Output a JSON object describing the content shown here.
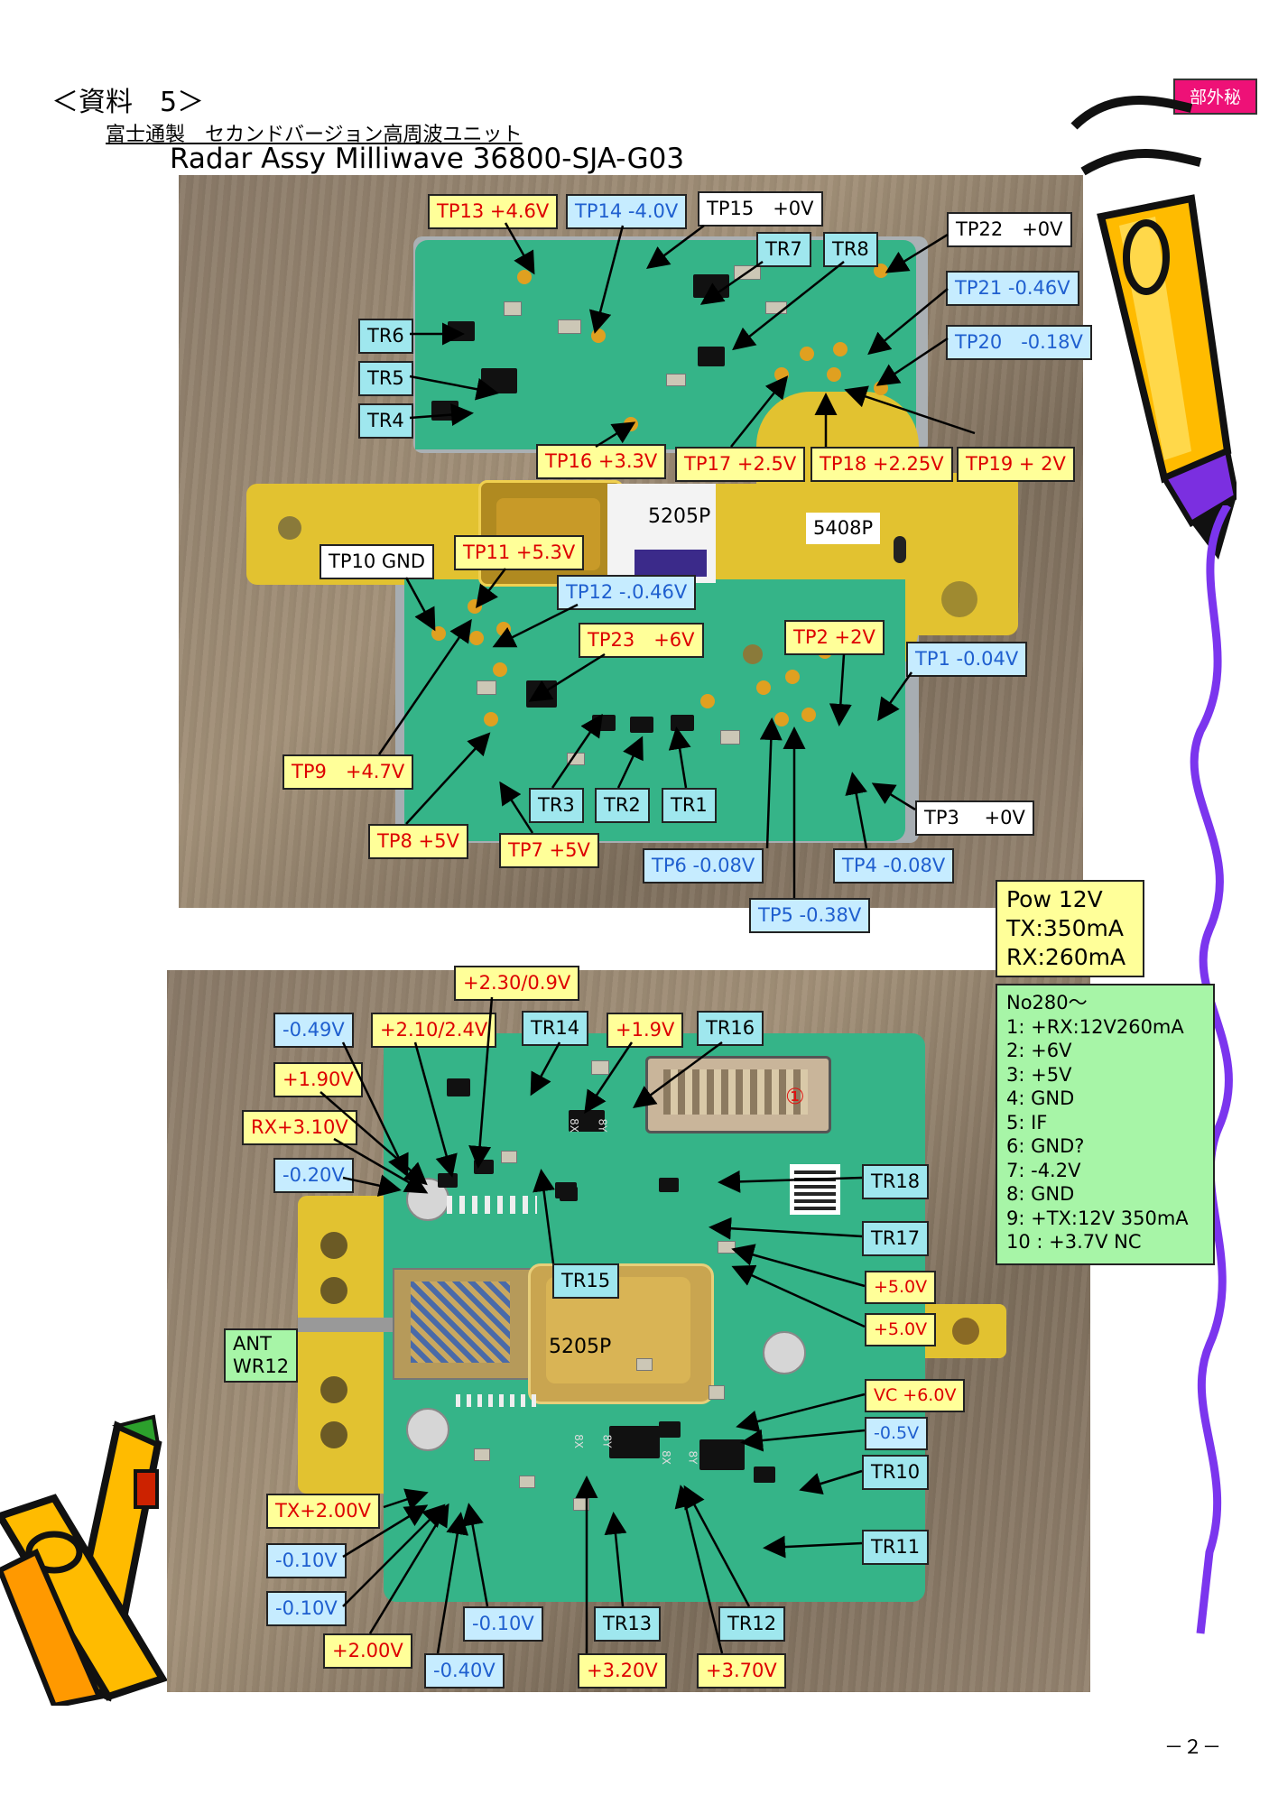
{
  "header": {
    "section": "＜資料　5＞",
    "subtitle": "富士通製　セカンドバージョン高周波ユニット",
    "title": "Radar Assy Milliwave 36800-SJA-G03",
    "confidential": "部外秘"
  },
  "top_labels": {
    "tp13": "TP13 +4.6V",
    "tp14": "TP14 -4.0V",
    "tp15": "TP15　+0V",
    "tp22": "TP22　+0V",
    "tr7": "TR7",
    "tr8": "TR8",
    "tp21": "TP21 -0.46V",
    "tp20": "TP20　-0.18V",
    "tr6": "TR6",
    "tr5": "TR5",
    "tr4": "TR4",
    "tp16": "TP16 +3.3V",
    "tp17": "TP17 +2.5V",
    "tp18": "TP18 +2.25V",
    "tp19": "TP19 + 2V",
    "chip1": "5205P",
    "chip2": "5408P",
    "tp10": "TP10 GND",
    "tp11": "TP11 +5.3V",
    "tp12": "TP12 -.0.46V",
    "tp23": "TP23　+6V",
    "tp2": "TP2 +2V",
    "tp1": "TP1 -0.04V",
    "tp9": "TP9　+4.7V",
    "tr3": "TR3",
    "tr2": "TR2",
    "tr1": "TR1",
    "tp3": "TP3　 +0V",
    "tp8": "TP8 +5V",
    "tp7": "TP7 +5V",
    "tp6": "TP6 -0.08V",
    "tp4": "TP4 -0.08V",
    "tp5": "TP5 -0.38V"
  },
  "power_box": {
    "line1": "Pow 12V",
    "line2": "TX:350mA",
    "line3": "RX:260mA"
  },
  "pinout": {
    "title": "No280～",
    "pins": [
      "1: +RX:12V260mA",
      "2: +6V",
      "3: +5V",
      "4: GND",
      "5: IF",
      "6: GND?",
      "7: -4.2V",
      "8: GND",
      "9: +TX:12V 350mA",
      "10 : +3.7V NC"
    ]
  },
  "bottom_labels": {
    "v230": "+2.30/0.9V",
    "m049": "-0.49V",
    "v210": "+2.10/2.4V",
    "tr14": "TR14",
    "v19": "+1.9V",
    "tr16": "TR16",
    "v190": "+1.90V",
    "rx310": "RX+3.10V",
    "m020": "-0.20V",
    "tr18": "TR18",
    "tr17": "TR17",
    "tr15": "TR15",
    "p50a": "+5.0V",
    "p50b": "+5.0V",
    "ant": "ANT",
    "wr12": "WR12",
    "chip": "5205P",
    "circled1": "①",
    "vc60": "VC +6.0V",
    "m05": "-0.5V",
    "tr10": "TR10",
    "tx200": "TX+2.00V",
    "tr11": "TR11",
    "m010a": "-0.10V",
    "m010b": "-0.10V",
    "m010c": "-0.10V",
    "p200": "+2.00V",
    "m040": "-0.40V",
    "tr13": "TR13",
    "tr12": "TR12",
    "p320": "+3.20V",
    "p370": "+3.70V",
    "chipmark1": "8X",
    "chipmark2": "8Y",
    "chipmark3": "8X",
    "chipmark4": "8Y",
    "chipmark5": "8X",
    "chipmark6": "8Y",
    "chipmark7": "8X",
    "chipmark8": "8Y"
  },
  "footer": {
    "page": "－２－"
  }
}
